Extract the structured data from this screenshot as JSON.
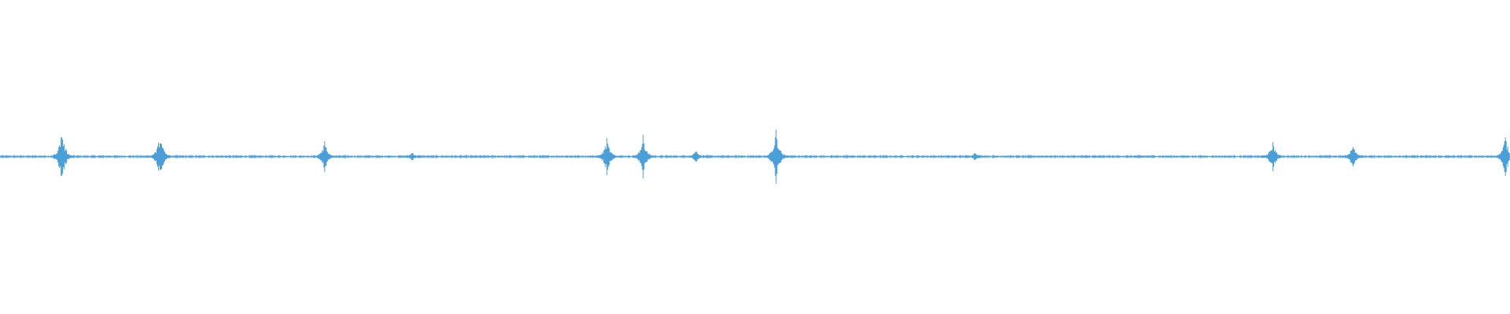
{
  "waveform": {
    "color": "#4a9fd8",
    "peaks": [
      {
        "t": 0.041,
        "a": 0.09
      },
      {
        "t": 0.106,
        "a": 0.075
      },
      {
        "t": 0.215,
        "a": 0.055
      },
      {
        "t": 0.273,
        "a": 0.015
      },
      {
        "t": 0.402,
        "a": 0.06
      },
      {
        "t": 0.426,
        "a": 0.07
      },
      {
        "t": 0.461,
        "a": 0.02
      },
      {
        "t": 0.514,
        "a": 0.09
      },
      {
        "t": 0.646,
        "a": 0.015
      },
      {
        "t": 0.843,
        "a": 0.05
      },
      {
        "t": 0.896,
        "a": 0.04
      },
      {
        "t": 0.997,
        "a": 0.07
      }
    ]
  }
}
